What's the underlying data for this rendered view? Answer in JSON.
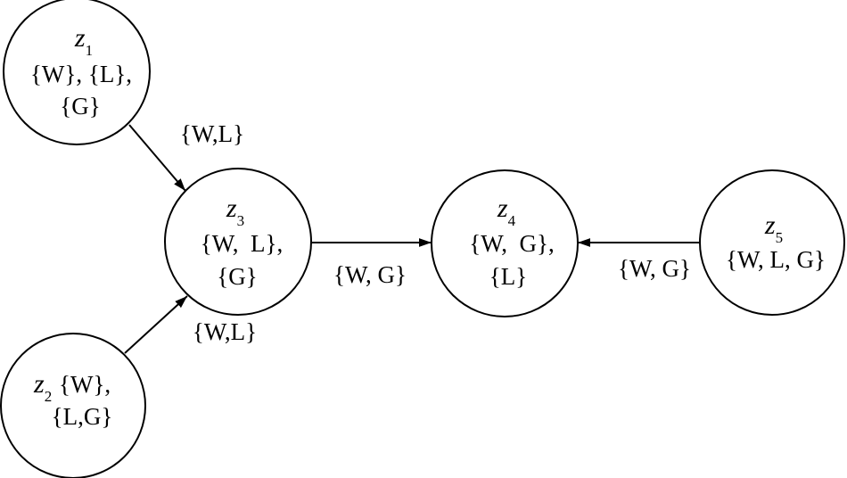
{
  "nodes": {
    "z1": {
      "var": "z",
      "sub": "1",
      "line1": "{W},  {L},",
      "line2": "{G}"
    },
    "z2": {
      "var": "z",
      "sub": "2",
      "line1": "{W},",
      "line2": "{L,G}"
    },
    "z3": {
      "var": "z",
      "sub": "3",
      "line1": "{W,  L},",
      "line2": "{G}"
    },
    "z4": {
      "var": "z",
      "sub": "4",
      "line1": "{W,  G},",
      "line2": "{L}"
    },
    "z5": {
      "var": "z",
      "sub": "5",
      "line1": "{W, L, G}"
    }
  },
  "edges": {
    "z1_z3": "{W,L}",
    "z2_z3": "{W,L}",
    "z3_z4": "{W, G}",
    "z5_z4": "{W, G}"
  }
}
